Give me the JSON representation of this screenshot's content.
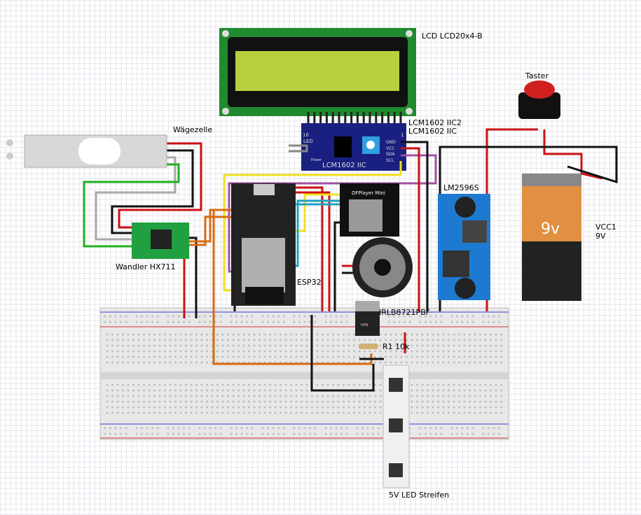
{
  "labels": {
    "lcd": "LCD LCD20x4-B",
    "button": "Taster",
    "load_cell": "Wägezelle",
    "i2c_1": "LCM1602 IIC2",
    "i2c_2": "LCM1602 IIC",
    "i2c_board": "LCM1602 IIC",
    "i2c_led": "LED",
    "i2c_power": "Power",
    "i2c_pin16": "16",
    "i2c_pin1": "1",
    "i2c_pins": [
      "GND",
      "VCC",
      "SDA",
      "SCL"
    ],
    "regulator": "LM2596S",
    "battery_name": "VCC1",
    "battery_value": "9V",
    "battery_print": "9v",
    "hx711": "Wandler HX711",
    "esp32": "ESP32",
    "dfplayer": "DFPlayer Mini",
    "mosfet": "IRLB8721PBF",
    "mosfet_print": "HPN",
    "resistor": "R1 10k",
    "led_strip": "5V LED Streifen"
  },
  "colors": {
    "wire_red": "#cc1111",
    "wire_black": "#111111",
    "wire_yellow": "#f0e020",
    "wire_purple": "#a050a0",
    "wire_green": "#20b020",
    "wire_orange": "#d86a10",
    "wire_cyan": "#20a0c0",
    "lcd_screen": "#b8d040",
    "pcb_blue": "#1a2080",
    "pcb_green": "#20a040"
  }
}
